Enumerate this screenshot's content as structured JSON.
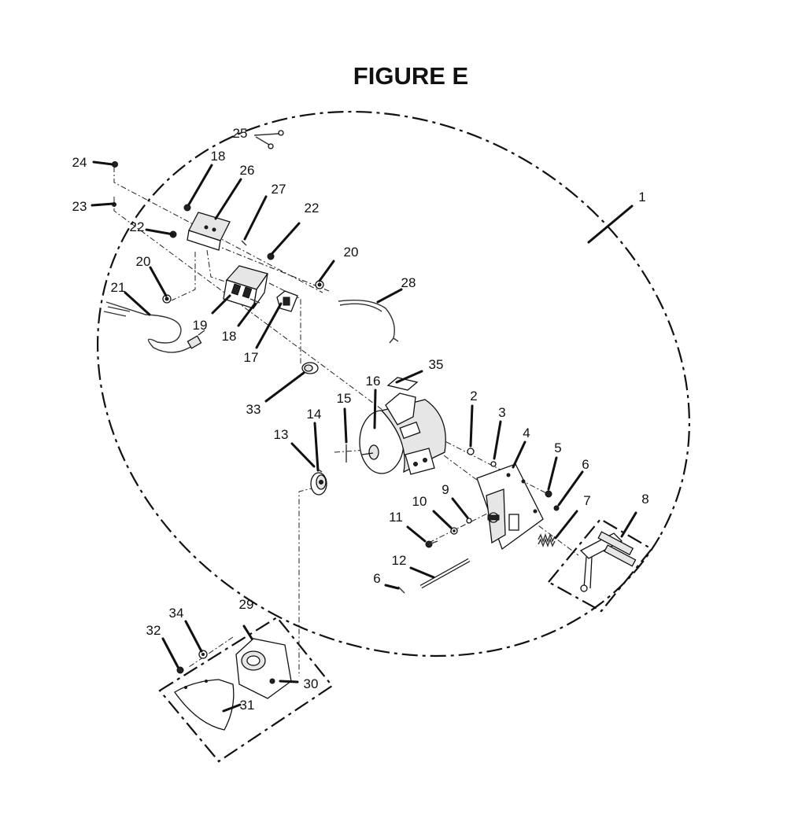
{
  "title": "FIGURE E",
  "labels": [
    "1",
    "2",
    "3",
    "4",
    "5",
    "6",
    "6",
    "7",
    "8",
    "9",
    "10",
    "11",
    "12",
    "13",
    "14",
    "15",
    "16",
    "17",
    "18",
    "18",
    "19",
    "20",
    "20",
    "21",
    "22",
    "22",
    "23",
    "24",
    "25",
    "26",
    "27",
    "28",
    "29",
    "30",
    "31",
    "32",
    "33",
    "34",
    "35"
  ]
}
